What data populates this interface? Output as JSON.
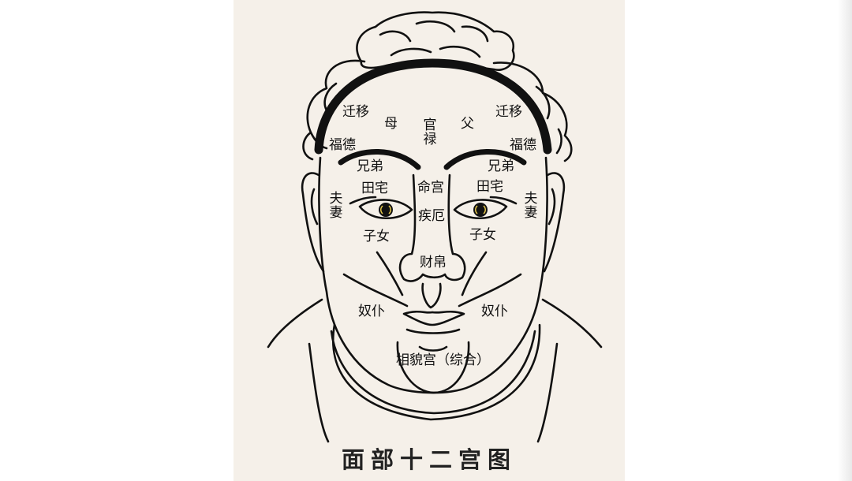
{
  "title": "面部十二宫图",
  "labels": {
    "qianyi_left": "迁移",
    "qianyi_right": "迁移",
    "mu": "母",
    "fu_father": "父",
    "guanlu": "官禄",
    "fude_left": "福德",
    "fude_right": "福德",
    "xiongdi_left": "兄弟",
    "xiongdi_right": "兄弟",
    "tianzhai_left": "田宅",
    "tianzhai_right": "田宅",
    "minggong": "命宫",
    "fuqi_left": "夫妻",
    "fuqi_right": "夫妻",
    "jie": "疾厄",
    "zinv_left": "子女",
    "zinv_right": "子女",
    "caibo": "财帛",
    "nupu_left": "奴仆",
    "nupu_right": "奴仆",
    "xiangmao": "相貌宫（综合）"
  }
}
